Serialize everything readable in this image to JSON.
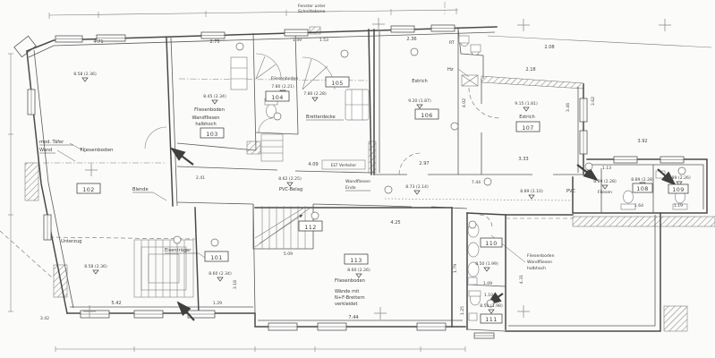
{
  "drawing": {
    "type": "architectural floor plan (scanned survey drawing)",
    "note": {
      "line1": "Fenster unter",
      "line2": "Schnittebene"
    },
    "rooms": {
      "r101": {
        "number": "101",
        "height_mark": "8.60 (2.34)"
      },
      "r102": {
        "number": "102",
        "floor": "Fliesenboden",
        "height_mark": "8.58 (2.36)",
        "height_mark2": "8.58 (2.36)"
      },
      "r103": {
        "number": "103",
        "floor": "Fliesenboden",
        "wall_note1": "Wandfliesen",
        "wall_note2": "halbhoch",
        "height_mark": "8.45 (2.34)"
      },
      "r104": {
        "number": "104",
        "floor": "Fliesenboden",
        "height_mark": "7.80 (2.21)"
      },
      "r105": {
        "number": "105",
        "height_mark": "7.80 (2.28)",
        "ceiling_note": "Bretterdecke"
      },
      "r106": {
        "number": "106",
        "floor": "Estrich",
        "height_mark": "9.20 (1.87)"
      },
      "r107": {
        "number": "107",
        "floor": "Estrich",
        "height_mark": "9.15 (1.81)"
      },
      "r108": {
        "number": "108",
        "height_mark": "8.89 (2.28)"
      },
      "r109": {
        "number": "109",
        "height_mark": "8.89 (2.26)"
      },
      "r110": {
        "number": "110",
        "height_mark": "8.50 (1.99)"
      },
      "r111": {
        "number": "111",
        "height_mark": "8.53 (1.98)"
      },
      "r112": {
        "number": "112",
        "floor": "PVC-Belag",
        "height_mark": "8.62 (2.25)"
      },
      "r113": {
        "number": "113",
        "floor": "Fliesenboden",
        "height_mark": "8.60 (2.26)",
        "wall_note1": "Wände mit",
        "wall_note2": "N+F-Brettern",
        "wall_note3": "verkleidet"
      }
    },
    "corridor": {
      "height_mark_left": "8.73 (2.14)",
      "height_mark_right": "8.89 (2.10)",
      "floor_right": "PVC",
      "lobby_floor": "Fliesen",
      "lobby_height_mark": "8.89 (2.28)"
    },
    "annotations": {
      "taefer_line1": "mod. Täfer",
      "taefer_line2": "Wand",
      "blende": "Blende",
      "unterzug": "Unterzug",
      "eisentraeger": "Eisenträger",
      "elt_verteiler": "ELT Verteiler",
      "wandfliesen_ende_line1": "Wandfliesen",
      "wandfliesen_ende_line2": "Ende",
      "hz": "Hz",
      "rt": "RT",
      "wc_note_line1": "Fliesenboden",
      "wc_note_line2": "Wandfliesen",
      "wc_note_line3": "halbhoch"
    },
    "dimensions": {
      "top_left": "4.71",
      "top_103": "2.75",
      "top_104": "1.49",
      "top_105": "1.53",
      "top_106": "2.36",
      "top_107_outer": "2.08",
      "top_107_inner": "2.18",
      "right_wing": "3.92",
      "corridor_right": "3.33",
      "corridor_left": "2.97",
      "corridor_total": "7.44",
      "corridor_112": "4.09",
      "r113_top": "4.25",
      "r113_left": "5.09",
      "r113_bottom": "7.44",
      "bottom_left": "5.42",
      "bottom_corner": "3.42",
      "bottom_101": "1.29",
      "r103_right": "2.41",
      "r101_vert": "3.18",
      "r113_right_vert": "1.79",
      "right_court_vert": "4.31",
      "r110_width": "1.09",
      "r111_width": "1.10",
      "r111_vert": "1.25",
      "r108_width": "1.64",
      "r109_width": "1.19",
      "lobby_width": "1.13",
      "r107_left_vert": "4.02",
      "r107_right_vert": "3.46",
      "r107_outer_vert": "3.62"
    }
  }
}
